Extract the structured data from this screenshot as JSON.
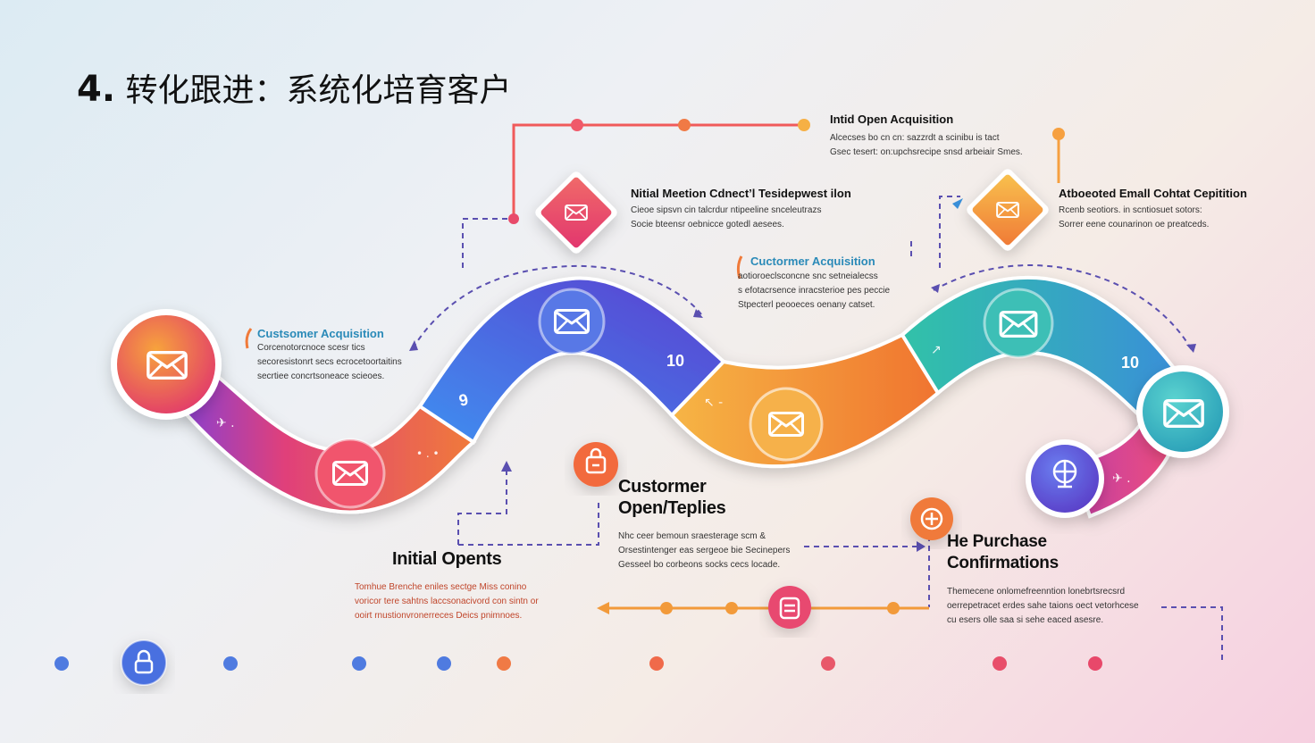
{
  "title": {
    "number": "4.",
    "text": " 转化跟进：系统化培育客户"
  },
  "path_numbers": {
    "blue_segment": "9",
    "middle_segment": "10",
    "teal_segment": "10"
  },
  "labels": {
    "initial_open_acquisition": {
      "heading": "Intid Open Acquisition",
      "lines": [
        "Alcecses bo cn cn: sazzrdt a scinibu is tact",
        "Gsec tesert: on:upchsrecipe snsd arbeiair Smes."
      ]
    },
    "initial_mention": {
      "heading": "Nitial Meetion Cdnect’l Tesidepwest ilon",
      "lines": [
        "Cieoe sipsvn cin talcrdur ntipeeline snceleutrazs",
        "Socie bteensr oebnicce gotedl aesees."
      ]
    },
    "automated_email": {
      "heading": "Atboeoted Emall Cohtat Cepitition",
      "lines": [
        "Rcenb seotiors. in scntiosuet sotors:",
        "Sorrer eene counarinon oe preatceds."
      ]
    },
    "customer_acquisition_mid": {
      "heading": "Cuctormer Acquisition",
      "lines": [
        "aotioroeclsconcne snc setneialecss",
        "s efotacrsence inracsterioe pes peccie",
        "Stpecterl peooeces oenany catset."
      ]
    },
    "customer_acquisition_left": {
      "heading": "Custsomer Acquisition",
      "lines": [
        "Corcenotorcnoce scesr tics",
        "secoresistonrt secs ecrocetoortaitins",
        "secrtiee concrtsoneace scieoes."
      ]
    },
    "customer_opens": {
      "heading": "Custormer Open/Teplies",
      "lines": [
        "Nhc ceer bemoun sraesterage scm &",
        "Orsestintenger eas sergeoe bie Secinepers",
        "Gesseel bo corbeons socks cecs locade."
      ]
    },
    "initial_opents": {
      "heading": "Initial Opents",
      "lines": [
        "Tomhue Brenche eniles sectge Miss conino",
        "voricor tere sahtns laccsonacivord con sintn or",
        "ooirt rnustionvronerreces Deics pnimnoes."
      ]
    },
    "purchase": {
      "heading": "He Purchase Confirmations",
      "lines": [
        "Themecene onlomefreenntion lonebrtsrecsrd",
        "oerrepetracet erdes sahe taions oect vetorhcese",
        "cu esers olle saa si sehe eaced asesre."
      ]
    }
  },
  "colors": {
    "blue": "#4a6fe0",
    "purple": "#6b4fd8",
    "orange": "#f29a3a",
    "red": "#e8486a",
    "teal": "#2fb9b8",
    "magenta": "#d8408e",
    "timeline_blue": "#4f7be0",
    "timeline_red": "#e45a6a"
  },
  "icons": [
    "envelope-icon",
    "bag-icon",
    "coin-icon",
    "basket-icon",
    "lock-icon",
    "globe-icon",
    "arrow-up-icon"
  ]
}
